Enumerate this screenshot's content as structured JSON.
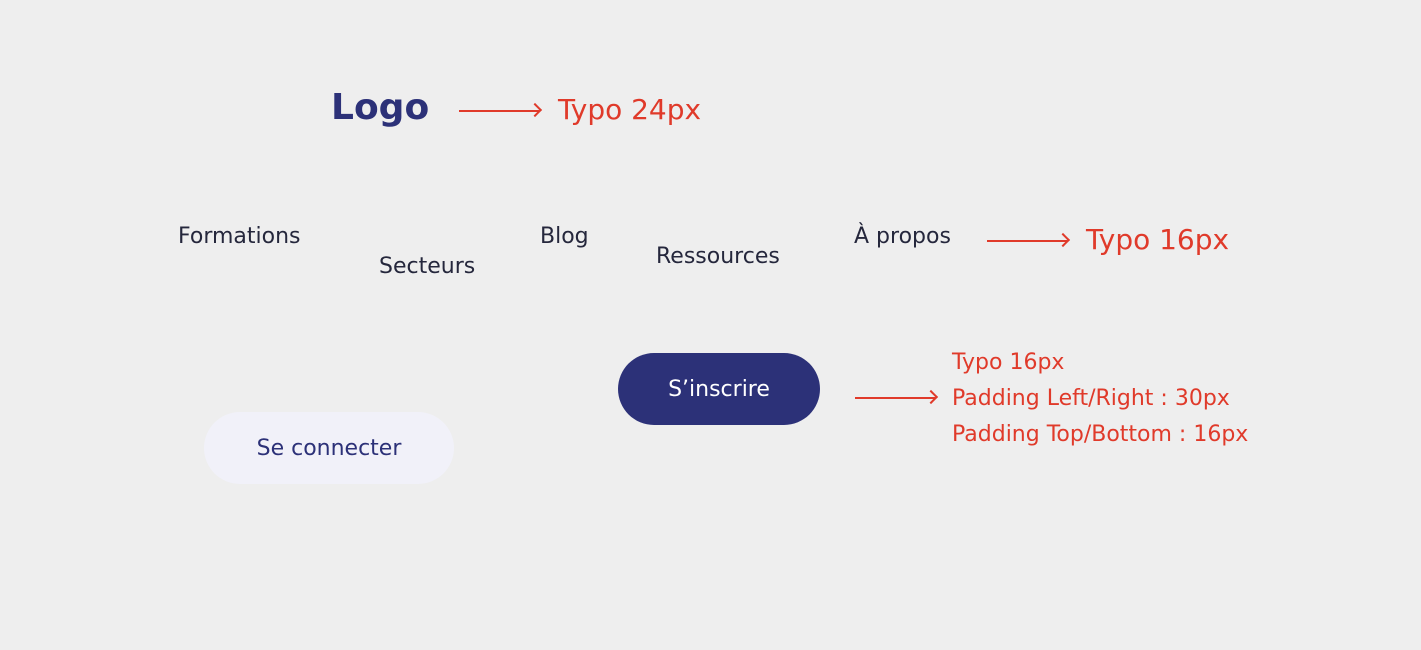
{
  "logo": {
    "label": "Logo"
  },
  "annotations": {
    "logo_typo": "Typo 24px",
    "nav_typo": "Typo 16px",
    "button_specs": [
      "Typo 16px",
      "Padding Left/Right : 30px",
      "Padding Top/Bottom : 16px"
    ]
  },
  "nav": {
    "items": [
      {
        "label": "Formations"
      },
      {
        "label": "Secteurs"
      },
      {
        "label": "Blog"
      },
      {
        "label": "Ressources"
      },
      {
        "label": "À propos"
      }
    ]
  },
  "buttons": {
    "signup": "S’inscrire",
    "login": "Se connecter"
  },
  "colors": {
    "background": "#eeeeee",
    "brand": "#2c3178",
    "annotation": "#e03a2a",
    "nav_text": "#25273c",
    "secondary_button_bg": "#f1f1f9"
  }
}
